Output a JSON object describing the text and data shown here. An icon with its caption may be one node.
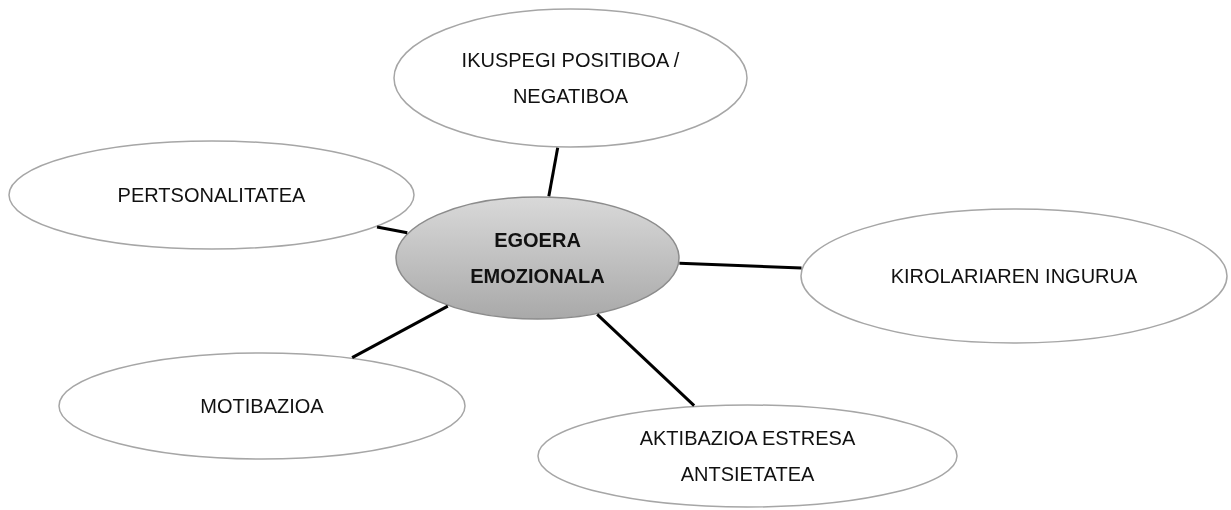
{
  "diagram": {
    "nodes": [
      {
        "text": [
          "IKUSPEGI POSITIBOA / NEGATIBOA"
        ]
      },
      {
        "text": [
          "PERTSONALITATEA"
        ]
      },
      {
        "text": [
          "EGOERA EMOZIONALA"
        ]
      },
      {
        "text": [
          "KIROLARIAREN INGURUA"
        ]
      },
      {
        "text": [
          "MOTIBAZIOA"
        ]
      },
      {
        "text": [
          "AKTIBAZIOA ESTRESA ANTSIETATEA"
        ]
      }
    ],
    "edges": [
      {
        "from": 2,
        "to": 0,
        "arrow": "none"
      },
      {
        "from": 2,
        "to": 1,
        "arrow": "none"
      },
      {
        "from": 2,
        "to": 3,
        "arrow": "none"
      },
      {
        "from": 2,
        "to": 4,
        "arrow": "none"
      },
      {
        "from": 2,
        "to": 5,
        "arrow": "none"
      }
    ]
  }
}
